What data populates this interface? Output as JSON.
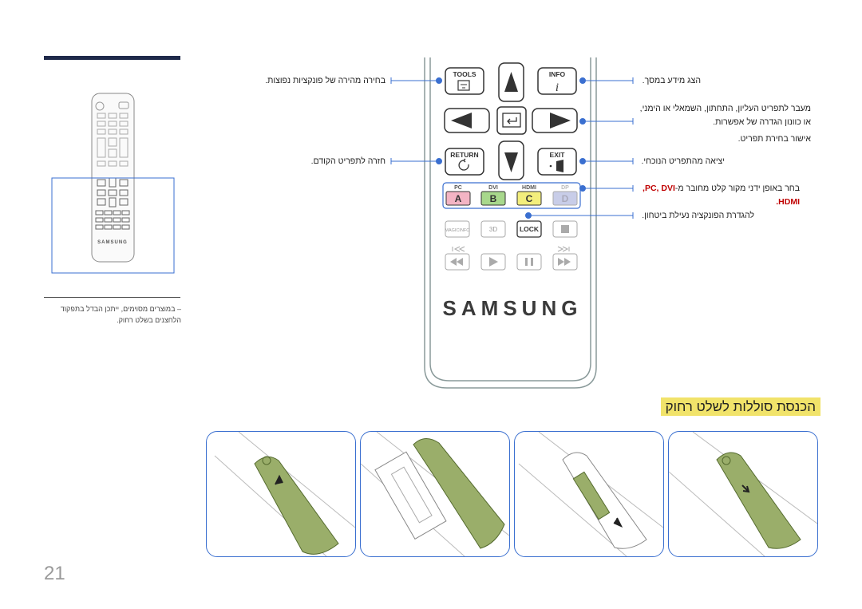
{
  "sidebar": {
    "note": "– במוצרים מסוימים, ייתכן הבדל בתפקוד הלחצנים בשלט רחוק."
  },
  "remote": {
    "tools": "TOOLS",
    "info": "INFO",
    "return": "RETURN",
    "exit": "EXIT",
    "src_pc": "PC",
    "src_dvi": "DVI",
    "src_hdmi": "HDMI",
    "src_dp": "DP",
    "key_a": "A",
    "key_b": "B",
    "key_c": "C",
    "key_d": "D",
    "magicinfo": "MAGICINFO",
    "three_d": "3D",
    "lock": "LOCK",
    "brand": "SAMSUNG",
    "mini_brand": "SAMSUNG"
  },
  "callouts": {
    "tools": "בחירה מהירה של פונקציות נפוצות.",
    "return": "חזרה לתפריט הקודם.",
    "info": "הצג מידע במסך.",
    "nav_line1": "מעבר לתפריט העליון, התחתון, השמאלי או הימני,",
    "nav_line2": "או כוונון הגדרה של אפשרות.",
    "nav_line3": "אישור בחירת תפריט.",
    "exit": "יציאה מהתפריט הנוכחי.",
    "source_prefix": "בחר באופן ידני מקור קלט מחובר מ-",
    "source_pc": "PC",
    "source_sep": ", ",
    "source_dvi": "DVI",
    "source_comma": ",",
    "source_hdmi": "HDMI",
    "source_dot": ".",
    "lock": "להגדרת הפונקציה נעילת ביטחון."
  },
  "section": {
    "title": "הכנסת סוללות לשלט רחוק"
  },
  "page": {
    "number": "21"
  },
  "colors": {
    "accent_blue": "#3a6fd0",
    "title_highlight": "#f1e36a",
    "cover_green": "#9aae6a",
    "key_a": "#f3b4c4",
    "key_b": "#a8d88c",
    "key_c": "#f3ee7c",
    "key_d": "#c8cde8"
  }
}
